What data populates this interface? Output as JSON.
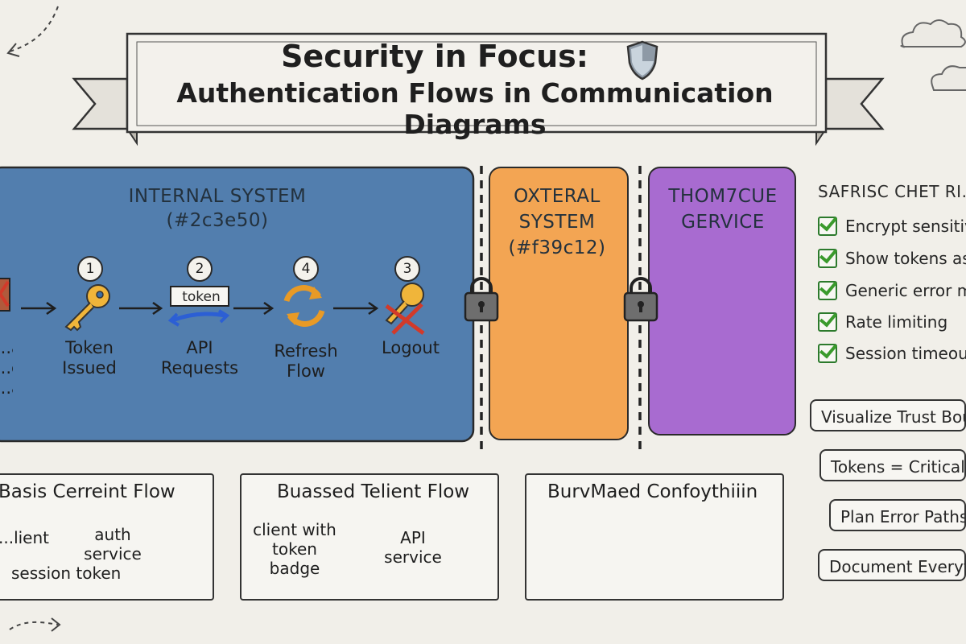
{
  "title": {
    "line1": "Security in Focus:",
    "line2": "Authentication Flows in Communication Diagrams"
  },
  "zones": {
    "internal": {
      "name": "INTERNAL SYSTEM",
      "color_label": "(#2c3e50)",
      "color": "#2c3e50"
    },
    "external": {
      "name": "OXTERAL SYSTEM",
      "color_label": "(#f39c12)",
      "color": "#f39c12"
    },
    "third": {
      "name": "THOM7CUE GERVICE",
      "color": "#9b59b6"
    }
  },
  "steps": [
    {
      "num": "",
      "label": "...aie ...e ...al",
      "icon": "login-icon"
    },
    {
      "num": "1",
      "label": "Token Issued",
      "icon": "key-icon"
    },
    {
      "num": "2",
      "label": "API Requests",
      "icon": "token-badge-icon",
      "badge": "token"
    },
    {
      "num": "4",
      "label": "Refresh Flow",
      "icon": "refresh-icon"
    },
    {
      "num": "3",
      "label": "Logout",
      "icon": "logout-icon"
    }
  ],
  "checklist": {
    "title": "SAFRISC CHET RI...",
    "items": [
      "Encrypt sensitiv...",
      "Show tokens as...",
      "Generic error m...",
      "Rate limiting",
      "Session timeout..."
    ]
  },
  "principles": [
    "Visualize Trust Bou...",
    "Tokens = Critical ...",
    "Plan Error Paths...",
    "Document Everyt..."
  ],
  "flows": [
    {
      "title": "Basis Cerreint Flow",
      "left": "...lient",
      "right": "auth service",
      "bottom": "session token"
    },
    {
      "title": "Buassed Telient Flow",
      "left": "client with token badge",
      "right": "API service"
    },
    {
      "title": "BurvMaed Confoythiiin"
    }
  ],
  "colors": {
    "background": "#f1efe9",
    "internal": "#3b6ea5",
    "external": "#f3a553",
    "third": "#a86bd0",
    "check": "#3a9a2c"
  }
}
